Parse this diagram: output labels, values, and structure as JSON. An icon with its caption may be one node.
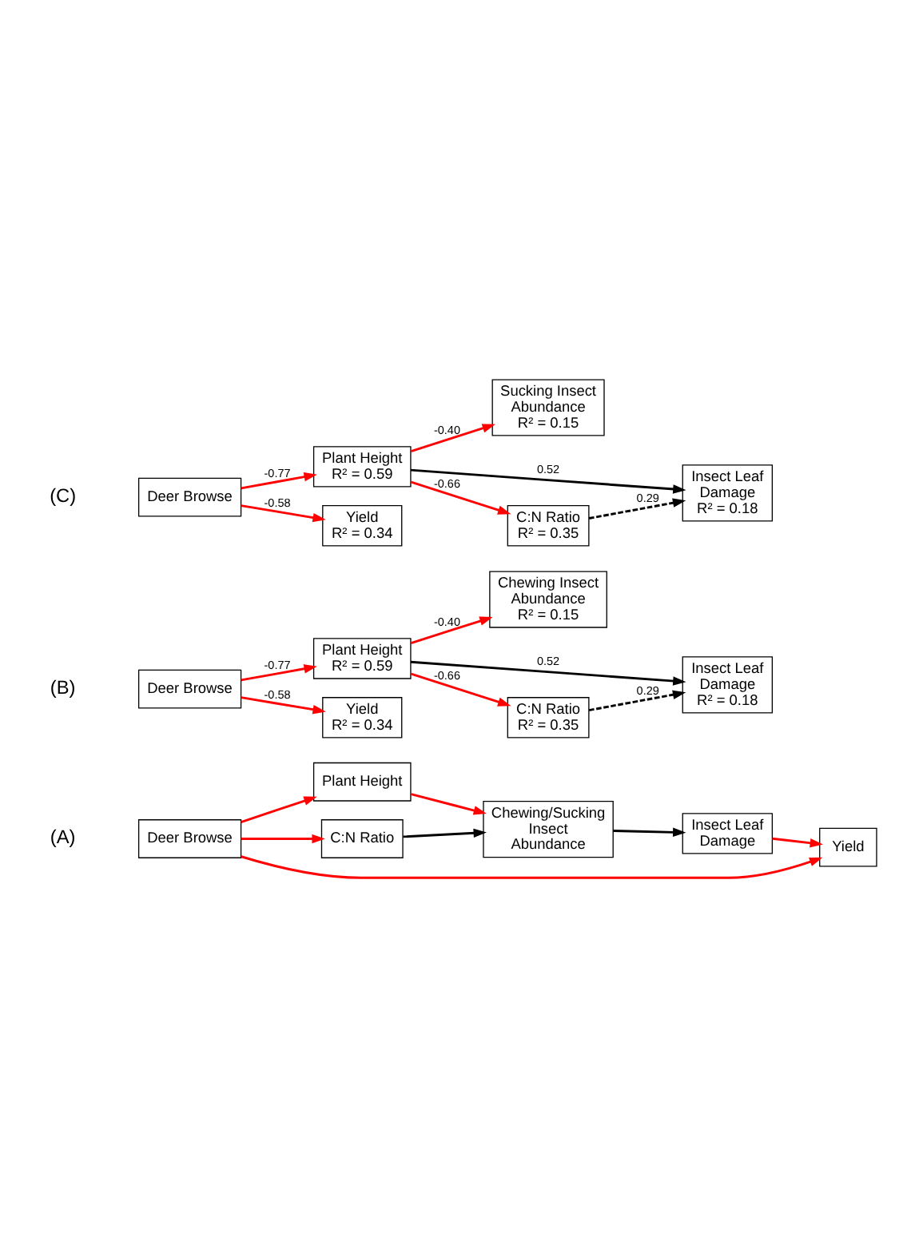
{
  "diagram": {
    "nodes": [
      {
        "text": [
          "Deer Browse"
        ]
      },
      {
        "text": [
          "Yield"
        ]
      },
      {
        "text": [
          "C:N Ratio"
        ]
      },
      {
        "text": [
          "Plant Height"
        ]
      },
      {
        "text": [
          "Insect Leaf Damage"
        ]
      },
      {
        "text": [
          "Chewing/Sucking Insect Abundance"
        ]
      },
      {
        "text": [
          "Deer Browse"
        ]
      },
      {
        "text": [
          "Yield",
          "R² = 0.34"
        ]
      },
      {
        "text": [
          "C:N Ratio",
          "R² = 0.35"
        ]
      },
      {
        "text": [
          "Plant Height",
          "R² = 0.59"
        ]
      },
      {
        "text": [
          "Insect Leaf Damage",
          "R² = 0.18"
        ]
      },
      {
        "text": [
          "Chewing Insect Abundance",
          "R² = 0.15"
        ]
      },
      {
        "text": [
          "Deer Browse"
        ]
      },
      {
        "text": [
          "Yield",
          "R² = 0.34"
        ]
      },
      {
        "text": [
          "C:N Ratio",
          "R² = 0.35"
        ]
      },
      {
        "text": [
          "Plant Height",
          "R² = 0.59"
        ]
      },
      {
        "text": [
          "Insect Leaf Damage",
          "R² = 0.18"
        ]
      },
      {
        "text": [
          "Sucking Insect Abundance",
          "R² = 0.15"
        ]
      }
    ],
    "edges": [
      {
        "from": 0,
        "to": 1,
        "arrow": "to"
      },
      {
        "from": 0,
        "to": 2,
        "arrow": "to"
      },
      {
        "from": 0,
        "to": 3,
        "arrow": "to"
      },
      {
        "from": 2,
        "to": 5,
        "arrow": "to",
        "color": "#000000"
      },
      {
        "from": 3,
        "to": 5,
        "arrow": "to"
      },
      {
        "from": 5,
        "to": 4,
        "arrow": "to",
        "color": "#000000"
      },
      {
        "from": 4,
        "to": 1,
        "arrow": "to"
      },
      {
        "from": 6,
        "to": 7,
        "arrow": "to",
        "label": "-0.58"
      },
      {
        "from": 6,
        "to": 9,
        "arrow": "to",
        "label": "-0.77"
      },
      {
        "from": 9,
        "to": 8,
        "arrow": "to",
        "label": "-0.66"
      },
      {
        "from": 8,
        "to": 10,
        "arrow": "to",
        "label": "0.29",
        "style": "dashed",
        "color": "#000000"
      },
      {
        "from": 9,
        "to": 10,
        "arrow": "to",
        "label": "0.52",
        "color": "#000000"
      },
      {
        "from": 9,
        "to": 11,
        "arrow": "to",
        "label": "-0.40"
      },
      {
        "from": 12,
        "to": 13,
        "arrow": "to",
        "label": "-0.58"
      },
      {
        "from": 12,
        "to": 15,
        "arrow": "to",
        "label": "-0.77"
      },
      {
        "from": 15,
        "to": 14,
        "arrow": "to",
        "label": "-0.66"
      },
      {
        "from": 14,
        "to": 16,
        "arrow": "to",
        "label": "0.29",
        "style": "dashed",
        "color": "#000000"
      },
      {
        "from": 15,
        "to": 16,
        "arrow": "to",
        "label": "0.52",
        "color": "#000000"
      },
      {
        "from": 15,
        "to": 17,
        "arrow": "to",
        "label": "-0.40"
      }
    ],
    "labels": [
      "(A)",
      "(B)",
      "(C)"
    ]
  }
}
